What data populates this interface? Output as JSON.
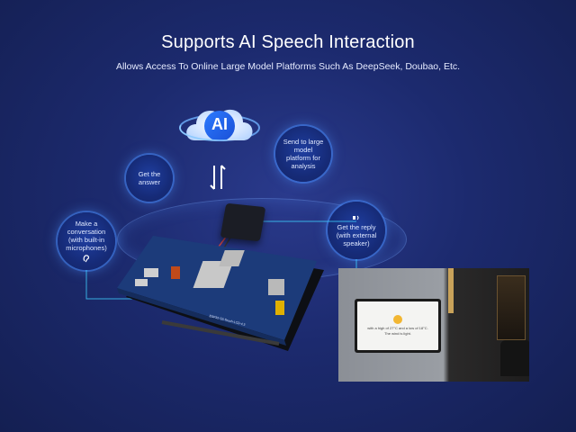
{
  "header": {
    "title": "Supports AI Speech Interaction",
    "subtitle": "Allows Access To Online Large Model Platforms Such As DeepSeek, Doubao, Etc."
  },
  "ai_badge": {
    "label": "AI"
  },
  "bubbles": {
    "get_answer": "Get the answer",
    "send_platform": "Send to large model platform for analysis",
    "conversation": "Make a conversation (with built-in microphones)",
    "reply": "Get the reply (with external speaker)"
  },
  "board": {
    "model_label": "ESP32-S3-Touch-LCD-4.3"
  },
  "photo_screen": {
    "line1": "with a high of 27°C and a low of 18°C.",
    "line2": "The wind is light."
  },
  "colors": {
    "background": "#1c2a6e",
    "glow": "#4b8cff",
    "accent": "#3fd0ff",
    "board": "#1c3b7a"
  },
  "icons": [
    "ai-cloud-icon",
    "arrows-updown-icon",
    "speaker-icon",
    "ear-icon"
  ]
}
